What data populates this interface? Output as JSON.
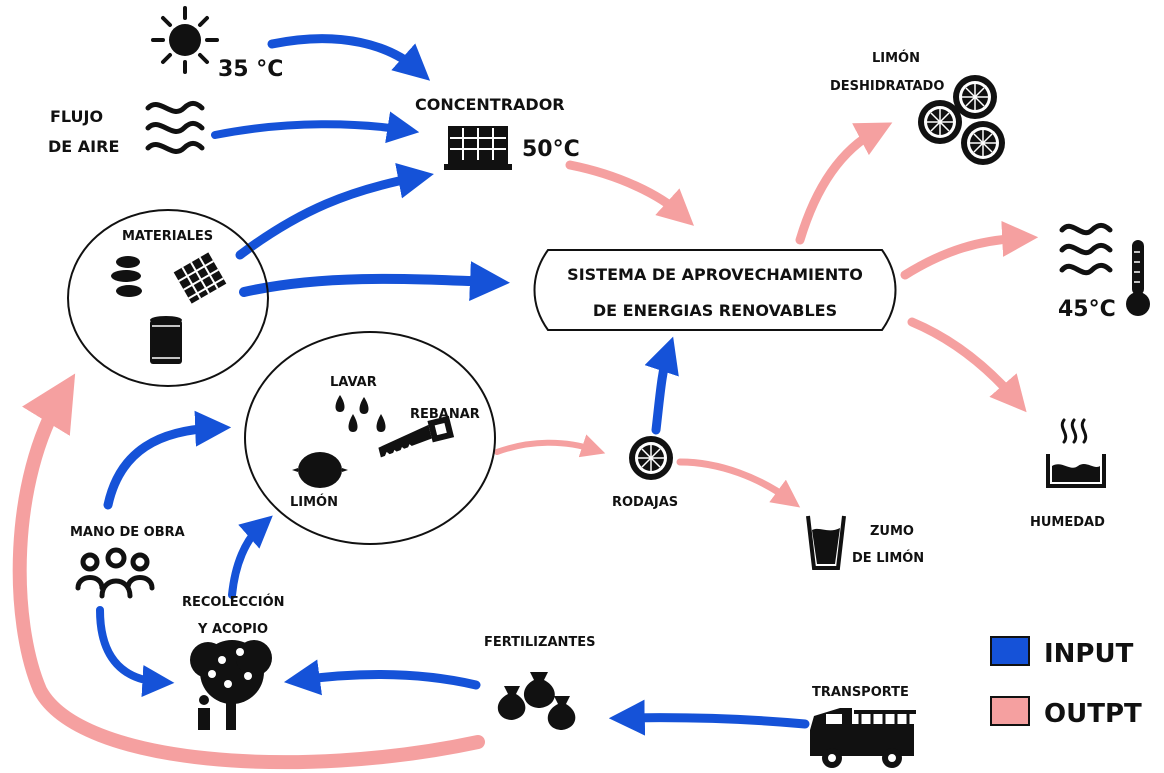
{
  "colors": {
    "input": "#1552d8",
    "output": "#f5a0a0",
    "ink": "#111111"
  },
  "labels": {
    "sun_temp": "35 °C",
    "airflow_line1": "FLUJO",
    "airflow_line2": "DE AIRE",
    "concentrator": "CONCENTRADOR",
    "concentrator_temp": "50°C",
    "materials": "MATERIALES",
    "system_line1": "SISTEMA DE APROVECHAMIENTO",
    "system_line2": "DE ENERGIAS RENOVABLES",
    "dried_lemon_line1": "LIMÓN",
    "dried_lemon_line2": "DESHIDRATADO",
    "heat_temp": "45°C",
    "humidity": "HUMEDAD",
    "wash": "LAVAR",
    "slice": "REBANAR",
    "lemon": "LIMÓN",
    "slices": "RODAJAS",
    "juice_line1": "ZUMO",
    "juice_line2": "DE LIMÓN",
    "labor": "MANO DE OBRA",
    "harvest_line1": "RECOLECCIÓN",
    "harvest_line2": "Y ACOPIO",
    "fertilizers": "FERTILIZANTES",
    "transport": "TRANSPORTE"
  },
  "legend": [
    {
      "label": "INPUT",
      "color": "#1552d8"
    },
    {
      "label": "OUTPT",
      "color": "#f5a0a0"
    }
  ],
  "icons": [
    "sun-icon",
    "wind-icon",
    "solar-panel-icon",
    "stones-icon",
    "mesh-icon",
    "can-icon",
    "dried-lemon-icon",
    "wind-heat-icon",
    "thermometer-icon",
    "humidity-icon",
    "drops-icon",
    "saw-icon",
    "lemon-icon",
    "lemon-slice-icon",
    "glass-icon",
    "people-icon",
    "tree-icon",
    "sacks-icon",
    "truck-icon"
  ]
}
